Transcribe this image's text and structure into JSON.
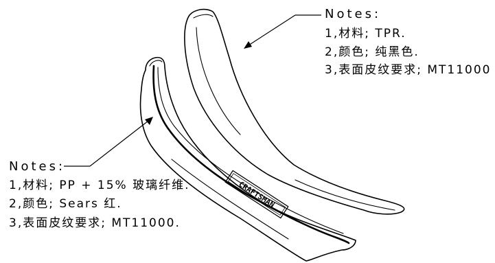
{
  "notes_top": {
    "heading": "Notes:",
    "lines": [
      "1,材料; TPR.",
      "2,颜色; 纯黑色.",
      "3,表面皮纹要求; MT11000 ."
    ]
  },
  "notes_bottom": {
    "heading": "Notes:",
    "lines": [
      "1,材料; PP + 15% 玻璃纤维.",
      "2,颜色; Sears 红.",
      "3,表面皮纹要求; MT11000."
    ]
  },
  "logo_text": "CRAFTSMAN"
}
